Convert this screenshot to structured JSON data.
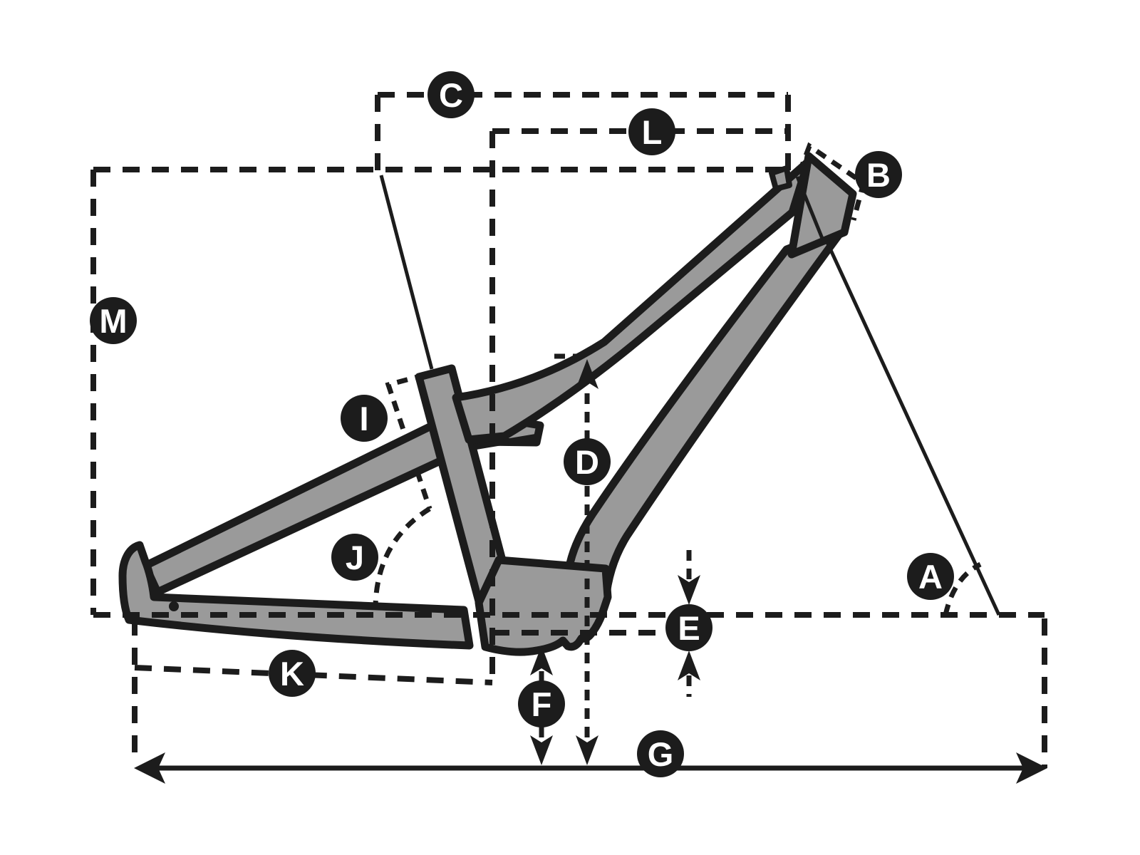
{
  "diagram": {
    "type": "bike-frame-geometry-diagram",
    "description": "Mountain bike frame side view with dashed measurement lines and lettered markers",
    "colors": {
      "background": "#ffffff",
      "frame_fill": "#9a9a9a",
      "outline": "#1c1c1c",
      "label_background": "#1c1c1c",
      "label_text": "#ffffff"
    },
    "labels": {
      "A": "A",
      "B": "B",
      "C": "C",
      "D": "D",
      "E": "E",
      "F": "F",
      "G": "G",
      "I": "I",
      "J": "J",
      "K": "K",
      "L": "L",
      "M": "M"
    }
  }
}
